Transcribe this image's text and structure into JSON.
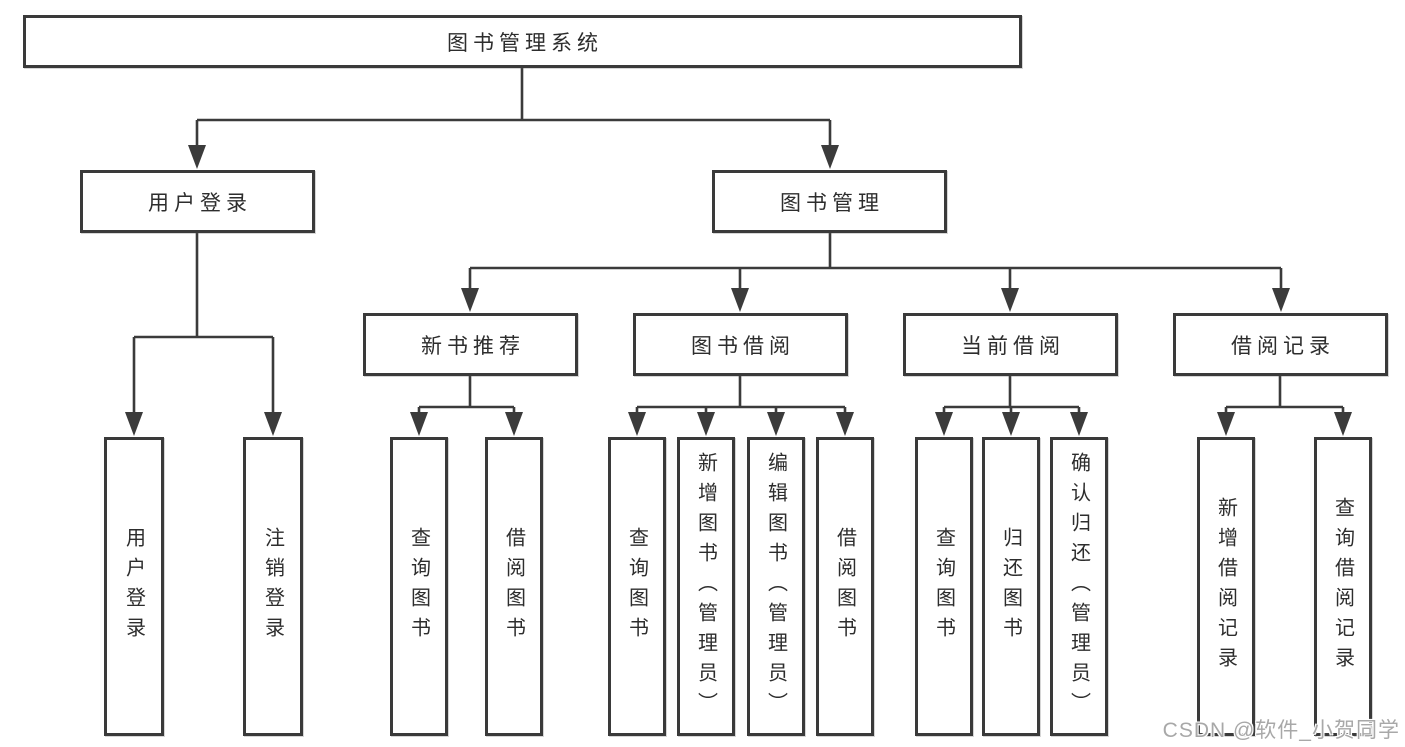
{
  "diagram": {
    "root": "图书管理系统",
    "level2": {
      "user_login": "用户登录",
      "book_mgmt": "图书管理"
    },
    "level3": {
      "new_books": "新书推荐",
      "book_borrow": "图书借阅",
      "current_borrow": "当前借阅",
      "borrow_records": "借阅记录"
    },
    "leaves": {
      "user": [
        "用户登录",
        "注销登录"
      ],
      "new_books": [
        "查询图书",
        "借阅图书"
      ],
      "book_borrow": [
        "查询图书",
        "新增图书（管理员）",
        "编辑图书（管理员）",
        "借阅图书"
      ],
      "current_borrow": [
        "查询图书",
        "归还图书",
        "确认归还（管理员）"
      ],
      "borrow_records": [
        "新增借阅记录",
        "查询借阅记录"
      ]
    }
  },
  "watermark": "CSDN @软件_小贺同学",
  "colors": {
    "line": "#3b3b3b",
    "box_border": "#3a3a3a",
    "text": "#2d2d2d",
    "watermark": "#a8a8a8",
    "background": "#ffffff"
  }
}
